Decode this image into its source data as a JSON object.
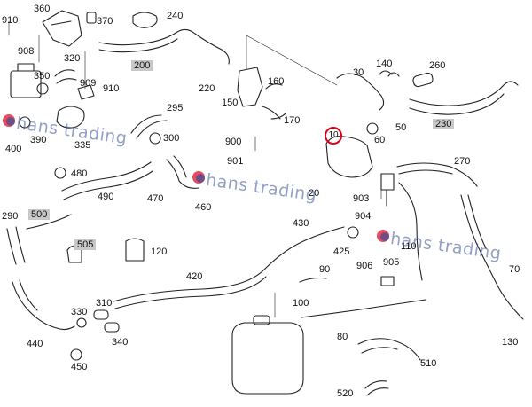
{
  "watermark": {
    "text": "hans trading",
    "brand_color": "#3c5096",
    "accent_color": "#e0001a"
  },
  "labels": {
    "l360": "360",
    "l370": "370",
    "l240": "240",
    "l910a": "910",
    "l908": "908",
    "l350": "350",
    "l320": "320",
    "l200": "200",
    "l909": "909",
    "l910b": "910",
    "l220": "220",
    "l150": "150",
    "l160": "160",
    "l170": "170",
    "l30": "30",
    "l140": "140",
    "l260": "260",
    "l390": "390",
    "l335": "335",
    "l400": "400",
    "l295": "295",
    "l300": "300",
    "l900": "900",
    "l901": "901",
    "l10": "10",
    "l60": "60",
    "l50": "50",
    "l230": "230",
    "l270": "270",
    "l480": "480",
    "l490": "490",
    "l470": "470",
    "l460": "460",
    "l20": "20",
    "l903": "903",
    "l904": "904",
    "l430": "430",
    "l290": "290",
    "l500": "500",
    "l505": "505",
    "l120": "120",
    "l425": "425",
    "l110": "110",
    "l906": "906",
    "l905": "905",
    "l420": "420",
    "l90": "90",
    "l310": "310",
    "l330": "330",
    "l340": "340",
    "l100": "100",
    "l80": "80",
    "l440": "440",
    "l450": "450",
    "l130": "130",
    "l510": "510",
    "l520": "520",
    "l70": "70"
  }
}
